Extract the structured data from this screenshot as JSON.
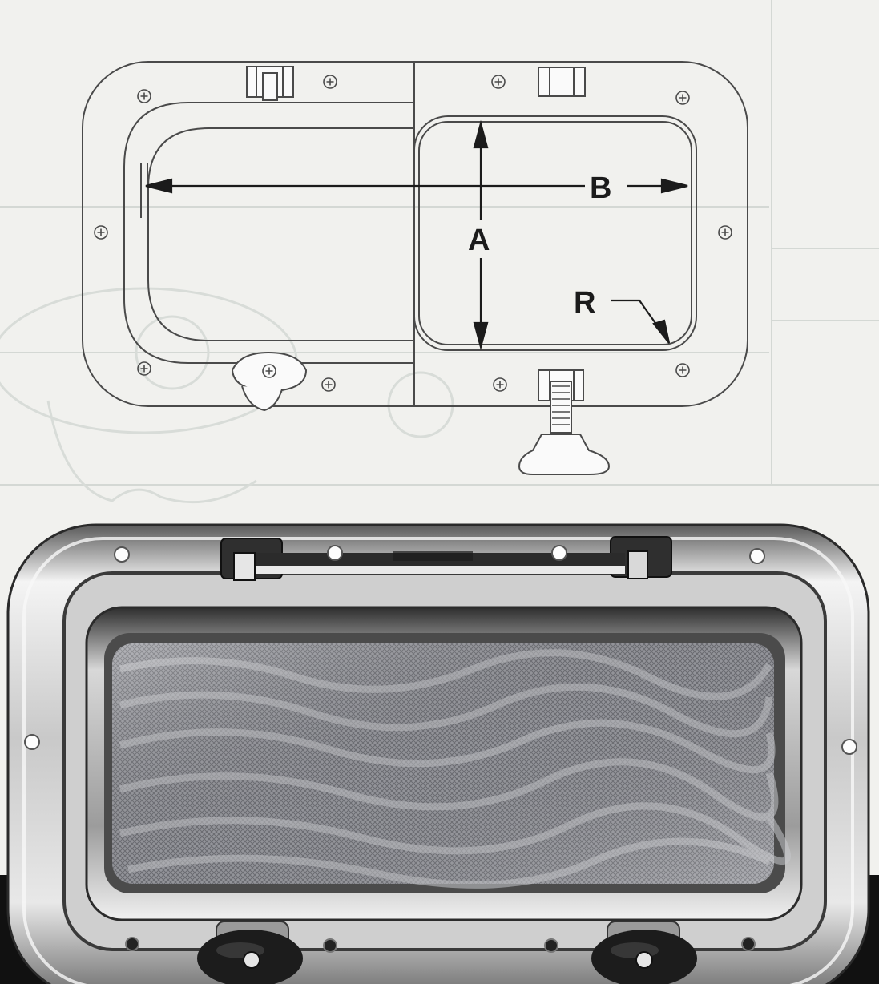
{
  "diagram": {
    "labels": {
      "height": "A",
      "width": "B",
      "radius": "R"
    },
    "colors": {
      "background": "#f1f1ee",
      "line": "#4a4a4a",
      "ghost_line": "#cfd3cf",
      "dark_band": "#111111",
      "steel_light": "#e9e9e9",
      "steel_mid": "#b4b4b4",
      "steel_dark": "#3c3c3c",
      "mesh": "#8f9096",
      "knob": "#1c1c1c"
    },
    "icons": {
      "hinge": "hinge-icon",
      "screw": "screw-icon",
      "turn_latch": "turn-latch-icon",
      "tee_knob": "tee-knob-icon"
    }
  }
}
